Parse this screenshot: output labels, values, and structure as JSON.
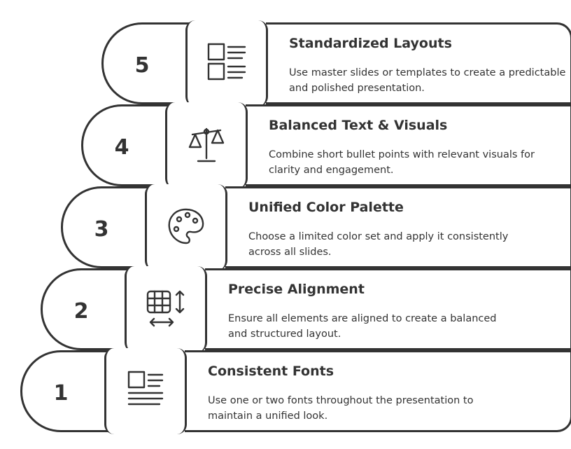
{
  "steps": [
    {
      "number": "5",
      "icon": "layout-icon",
      "title": "Standardized Layouts",
      "description": "Use master slides or templates to create a predictable and polished presentation."
    },
    {
      "number": "4",
      "icon": "balance-scale-icon",
      "title": "Balanced Text & Visuals",
      "description": "Combine short bullet points with relevant visuals for clarity and engagement."
    },
    {
      "number": "3",
      "icon": "palette-icon",
      "title": "Unified Color Palette",
      "description": "Choose a limited color set and apply it consistently across all slides."
    },
    {
      "number": "2",
      "icon": "alignment-grid-icon",
      "title": "Precise Alignment",
      "description": "Ensure all elements are aligned to create a balanced and structured layout."
    },
    {
      "number": "1",
      "icon": "document-text-icon",
      "title": "Consistent Fonts",
      "description": "Use one or two fonts throughout the presentation to maintain a unified look."
    }
  ]
}
